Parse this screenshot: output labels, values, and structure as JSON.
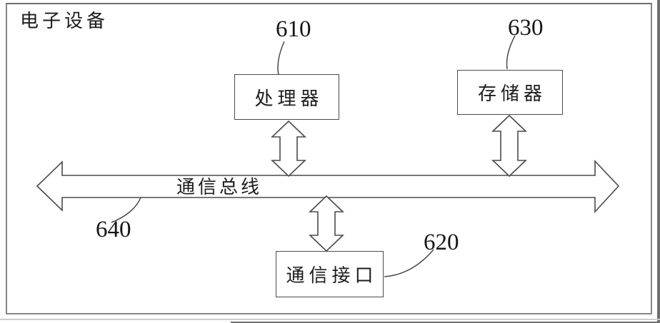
{
  "figure": {
    "device_label": "电子设备",
    "processor": {
      "ref": "610",
      "label": "处理器"
    },
    "comm_interface": {
      "ref": "620",
      "label": "通信接口"
    },
    "memory": {
      "ref": "630",
      "label": "存储器"
    },
    "bus": {
      "ref": "640",
      "label": "通信总线"
    }
  },
  "colors": {
    "line": "#4a4a4a",
    "frame_border": "#868686",
    "text": "#1d1d1d",
    "background": "#ffffff"
  }
}
